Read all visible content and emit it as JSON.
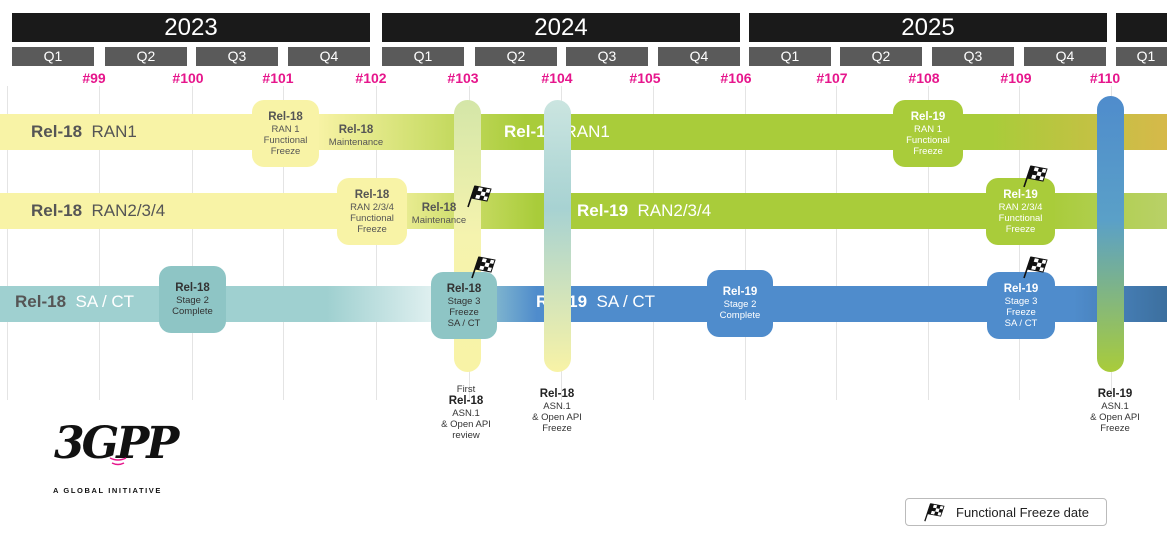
{
  "years": [
    "2023",
    "2024",
    "2025"
  ],
  "quarters": [
    "Q1",
    "Q2",
    "Q3",
    "Q4",
    "Q1",
    "Q2",
    "Q3",
    "Q4",
    "Q1",
    "Q2",
    "Q3",
    "Q4",
    "Q1"
  ],
  "meetings": [
    "#99",
    "#100",
    "#101",
    "#102",
    "#103",
    "#104",
    "#105",
    "#106",
    "#107",
    "#108",
    "#109",
    "#110"
  ],
  "bands": {
    "ran1": {
      "rel18": "Rel-18",
      "rel18_name": "RAN1",
      "rel19": "Rel-19",
      "rel19_name": "RAN1"
    },
    "ran234": {
      "rel18": "Rel-18",
      "rel18_name": "RAN2/3/4",
      "rel19": "Rel-19",
      "rel19_name": "RAN2/3/4"
    },
    "sact": {
      "rel18": "Rel-18",
      "rel18_name": "SA / CT",
      "rel19": "Rel-19",
      "rel19_name": "SA / CT"
    }
  },
  "boxes": {
    "ran1_r18_freeze": {
      "rel": "Rel-18",
      "l1": "RAN 1",
      "l2": "Functional",
      "l3": "Freeze"
    },
    "ran1_r18_maint": {
      "rel": "Rel-18",
      "l1": "Maintenance"
    },
    "ran1_r19_freeze": {
      "rel": "Rel-19",
      "l1": "RAN 1",
      "l2": "Functional",
      "l3": "Freeze"
    },
    "ran234_r18_freeze": {
      "rel": "Rel-18",
      "l1": "RAN 2/3/4",
      "l2": "Functional",
      "l3": "Freeze"
    },
    "ran234_r18_maint": {
      "rel": "Rel-18",
      "l1": "Maintenance"
    },
    "ran234_r19_freeze": {
      "rel": "Rel-19",
      "l1": "RAN 2/3/4",
      "l2": "Functional",
      "l3": "Freeze"
    },
    "sact_r18_stage2": {
      "rel": "Rel-18",
      "l1": "Stage 2",
      "l2": "Complete"
    },
    "sact_r18_stage3": {
      "rel": "Rel-18",
      "l1": "Stage 3",
      "l2": "Freeze",
      "l3": "SA  /  CT"
    },
    "sact_r19_stage2": {
      "rel": "Rel-19",
      "l1": "Stage 2",
      "l2": "Complete"
    },
    "sact_r19_stage3": {
      "rel": "Rel-19",
      "l1": "Stage 3",
      "l2": "Freeze",
      "l3": "SA  /  CT"
    }
  },
  "callouts": {
    "first_r18": {
      "l0": "First",
      "rel": "Rel-18",
      "l1": "ASN.1",
      "l2": "& Open API",
      "l3": "review"
    },
    "r18_asn": {
      "rel": "Rel-18",
      "l1": "ASN.1",
      "l2": "& Open API",
      "l3": "Freeze"
    },
    "r19_asn": {
      "rel": "Rel-19",
      "l1": "ASN.1",
      "l2": "& Open API",
      "l3": "Freeze"
    }
  },
  "logo": {
    "text": "3GPP",
    "tagline": "A GLOBAL INITIATIVE"
  },
  "legend": {
    "label": "Functional Freeze date"
  },
  "colors": {
    "yellow": "#f8f3a6",
    "green": "#a9cc3a",
    "teal": "#9fd0d0",
    "blue": "#4f8ccc",
    "magenta": "#e6168c"
  }
}
